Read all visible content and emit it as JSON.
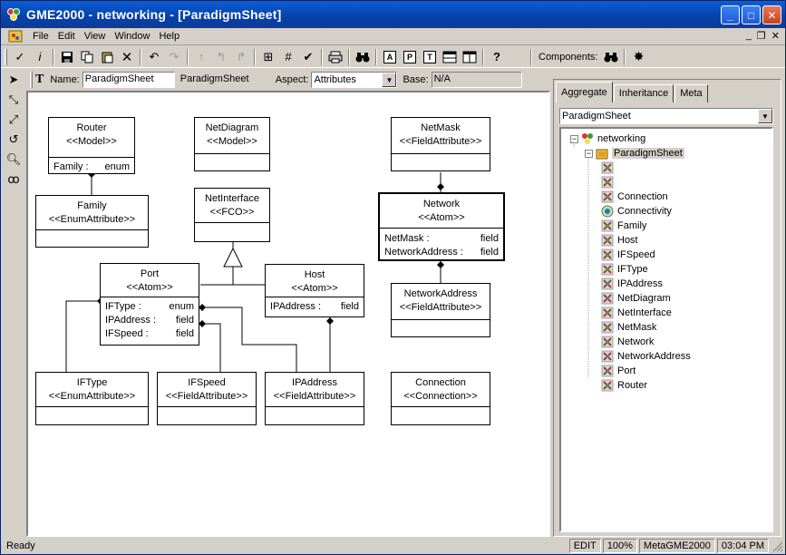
{
  "window": {
    "title": "GME2000 - networking - [ParadigmSheet]",
    "controls": {
      "minimize": "_",
      "maximize": "□",
      "close": "✕"
    }
  },
  "menu": {
    "items": [
      "File",
      "Edit",
      "View",
      "Window",
      "Help"
    ],
    "mdi_controls": {
      "minimize": "_",
      "restore": "❐",
      "close": "✕"
    }
  },
  "toolbar": {
    "components_label": "Components:",
    "help_label": "?",
    "box_buttons": [
      "A",
      "P",
      "T"
    ]
  },
  "properties": {
    "name_label": "Name:",
    "name_value": "ParadigmSheet",
    "kind_value": "ParadigmSheet",
    "aspect_label": "Aspect:",
    "aspect_value": "Attributes",
    "base_label": "Base:",
    "base_value": "N/A"
  },
  "diagram": {
    "boxes": [
      {
        "id": "router",
        "name": "Router",
        "stereo": "<<Model>>",
        "attrs": [
          [
            "Family :",
            "enum"
          ]
        ]
      },
      {
        "id": "family",
        "name": "Family",
        "stereo": "<<EnumAttribute>>",
        "attrs": []
      },
      {
        "id": "netdiagram",
        "name": "NetDiagram",
        "stereo": "<<Model>>",
        "attrs": []
      },
      {
        "id": "netinterface",
        "name": "NetInterface",
        "stereo": "<<FCO>>",
        "attrs": []
      },
      {
        "id": "netmask",
        "name": "NetMask",
        "stereo": "<<FieldAttribute>>",
        "attrs": []
      },
      {
        "id": "network",
        "name": "Network",
        "stereo": "<<Atom>>",
        "attrs": [
          [
            "NetMask :",
            "field"
          ],
          [
            "NetworkAddress :",
            "field"
          ]
        ]
      },
      {
        "id": "networkaddress",
        "name": "NetworkAddress",
        "stereo": "<<FieldAttribute>>",
        "attrs": []
      },
      {
        "id": "port",
        "name": "Port",
        "stereo": "<<Atom>>",
        "attrs": [
          [
            "IFType :",
            "enum"
          ],
          [
            "IPAddress :",
            "field"
          ],
          [
            "IFSpeed :",
            "field"
          ]
        ]
      },
      {
        "id": "host",
        "name": "Host",
        "stereo": "<<Atom>>",
        "attrs": [
          [
            "IPAddress :",
            "field"
          ]
        ]
      },
      {
        "id": "iftype",
        "name": "IFType",
        "stereo": "<<EnumAttribute>>",
        "attrs": []
      },
      {
        "id": "ifspeed",
        "name": "IFSpeed",
        "stereo": "<<FieldAttribute>>",
        "attrs": []
      },
      {
        "id": "ipaddress",
        "name": "IPAddress",
        "stereo": "<<FieldAttribute>>",
        "attrs": []
      },
      {
        "id": "connection",
        "name": "Connection",
        "stereo": "<<Connection>>",
        "attrs": []
      }
    ]
  },
  "browser": {
    "tabs": [
      "Aggregate",
      "Inheritance",
      "Meta"
    ],
    "active_tab": "Aggregate",
    "combo_value": "ParadigmSheet",
    "tree": {
      "root": "networking",
      "folder": "ParadigmSheet",
      "items": [
        "",
        "",
        "Connection",
        "Connectivity",
        "Family",
        "Host",
        "IFSpeed",
        "IFType",
        "IPAddress",
        "NetDiagram",
        "NetInterface",
        "NetMask",
        "Network",
        "NetworkAddress",
        "Port",
        "Router"
      ]
    }
  },
  "status": {
    "text": "Ready",
    "mode": "EDIT",
    "zoom": "100%",
    "paradigm": "MetaGME2000",
    "time": "03:04 PM"
  },
  "colors": {
    "title_bar": "#0a4cc0",
    "face": "#d4d0c8",
    "canvas": "#ffffff"
  }
}
